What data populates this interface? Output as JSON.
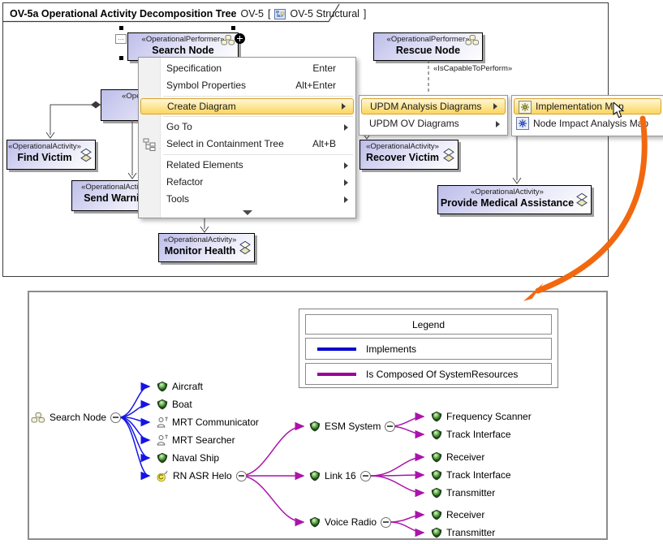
{
  "colors": {
    "menu_highlight": "#fcd55d",
    "callout_orange": "#f2680f",
    "implements_blue": "#0000cc",
    "composed_purple": "#990099",
    "connector_blue": "#1414e6",
    "connector_purple": "#aa14aa",
    "node_fill": "#c9c9ee"
  },
  "frame": {
    "title": "OV-5a Operational Activity Decomposition Tree",
    "code": "OV-5",
    "bracket_open": "[",
    "bracket_close": "]",
    "diagram_ref": "OV-5 Structural"
  },
  "upper": {
    "performers": [
      {
        "stereotype": "«OperationalPerformer»",
        "name": "Search Node"
      },
      {
        "stereotype": "«OperationalPerformer»",
        "name": "Rescue Node"
      }
    ],
    "hidden_parent": {
      "stereotype": "«OperationalActivity»"
    },
    "activities": [
      {
        "stereotype": "«OperationalActivity»",
        "name": "Find Victim"
      },
      {
        "stereotype": "«OperationalActivity»",
        "name": "Send Warning"
      },
      {
        "stereotype": "«OperationalActivity»",
        "name": "Recover Victim"
      },
      {
        "stereotype": "«OperationalActivity»",
        "name": "Provide Medical Assistance"
      },
      {
        "stereotype": "«OperationalActivity»",
        "name": "Monitor Health"
      }
    ],
    "relationship_label": "«IsCapableToPerform»"
  },
  "context_menu": {
    "items": [
      {
        "label": "Specification",
        "shortcut": "Enter"
      },
      {
        "label": "Symbol Properties",
        "shortcut": "Alt+Enter"
      },
      {
        "label": "Create Diagram"
      },
      {
        "label": "Go To"
      },
      {
        "label": "Select in Containment Tree",
        "shortcut": "Alt+B"
      },
      {
        "label": "Related Elements"
      },
      {
        "label": "Refactor"
      },
      {
        "label": "Tools"
      }
    ]
  },
  "submenu": {
    "items": [
      {
        "label": "UPDM Analysis Diagrams"
      },
      {
        "label": "UPDM OV Diagrams"
      }
    ]
  },
  "flyout": {
    "items": [
      {
        "label": "Implementation Map"
      },
      {
        "label": "Node Impact Analysis Map"
      }
    ]
  },
  "lower": {
    "legend": {
      "title": "Legend",
      "entries": [
        {
          "label": "Implements",
          "color": "#0000cc"
        },
        {
          "label": "Is Composed Of SystemResources",
          "color": "#990099"
        }
      ]
    },
    "tree": {
      "root": "Search Node",
      "level1": [
        "Aircraft",
        "Boat",
        "MRT Communicator",
        "MRT Searcher",
        "Naval Ship",
        "RN ASR Helo"
      ],
      "level2": [
        "ESM System",
        "Link 16",
        "Voice Radio"
      ],
      "level3": [
        "Frequency Scanner",
        "Track Interface",
        "Receiver",
        "Track Interface",
        "Transmitter",
        "Receiver",
        "Transmitter"
      ]
    }
  }
}
